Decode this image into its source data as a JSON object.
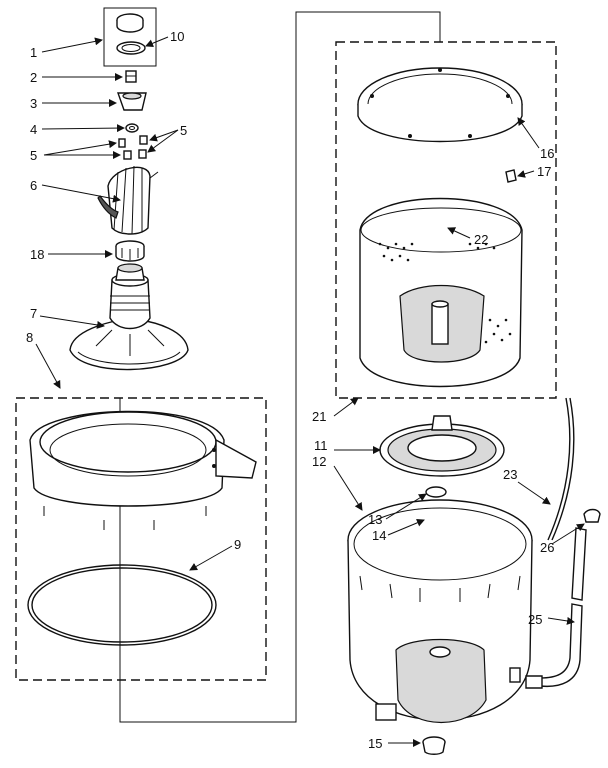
{
  "callouts": {
    "c1": "1",
    "c2": "2",
    "c3": "3",
    "c4": "4",
    "c5a": "5",
    "c5b": "5",
    "c6": "6",
    "c7": "7",
    "c8": "8",
    "c9": "9",
    "c10": "10",
    "c11": "11",
    "c12": "12",
    "c13": "13",
    "c14": "14",
    "c15": "15",
    "c16": "16",
    "c17": "17",
    "c18": "18",
    "c21": "21",
    "c22": "22",
    "c23": "23",
    "c25": "25",
    "c26": "26"
  }
}
